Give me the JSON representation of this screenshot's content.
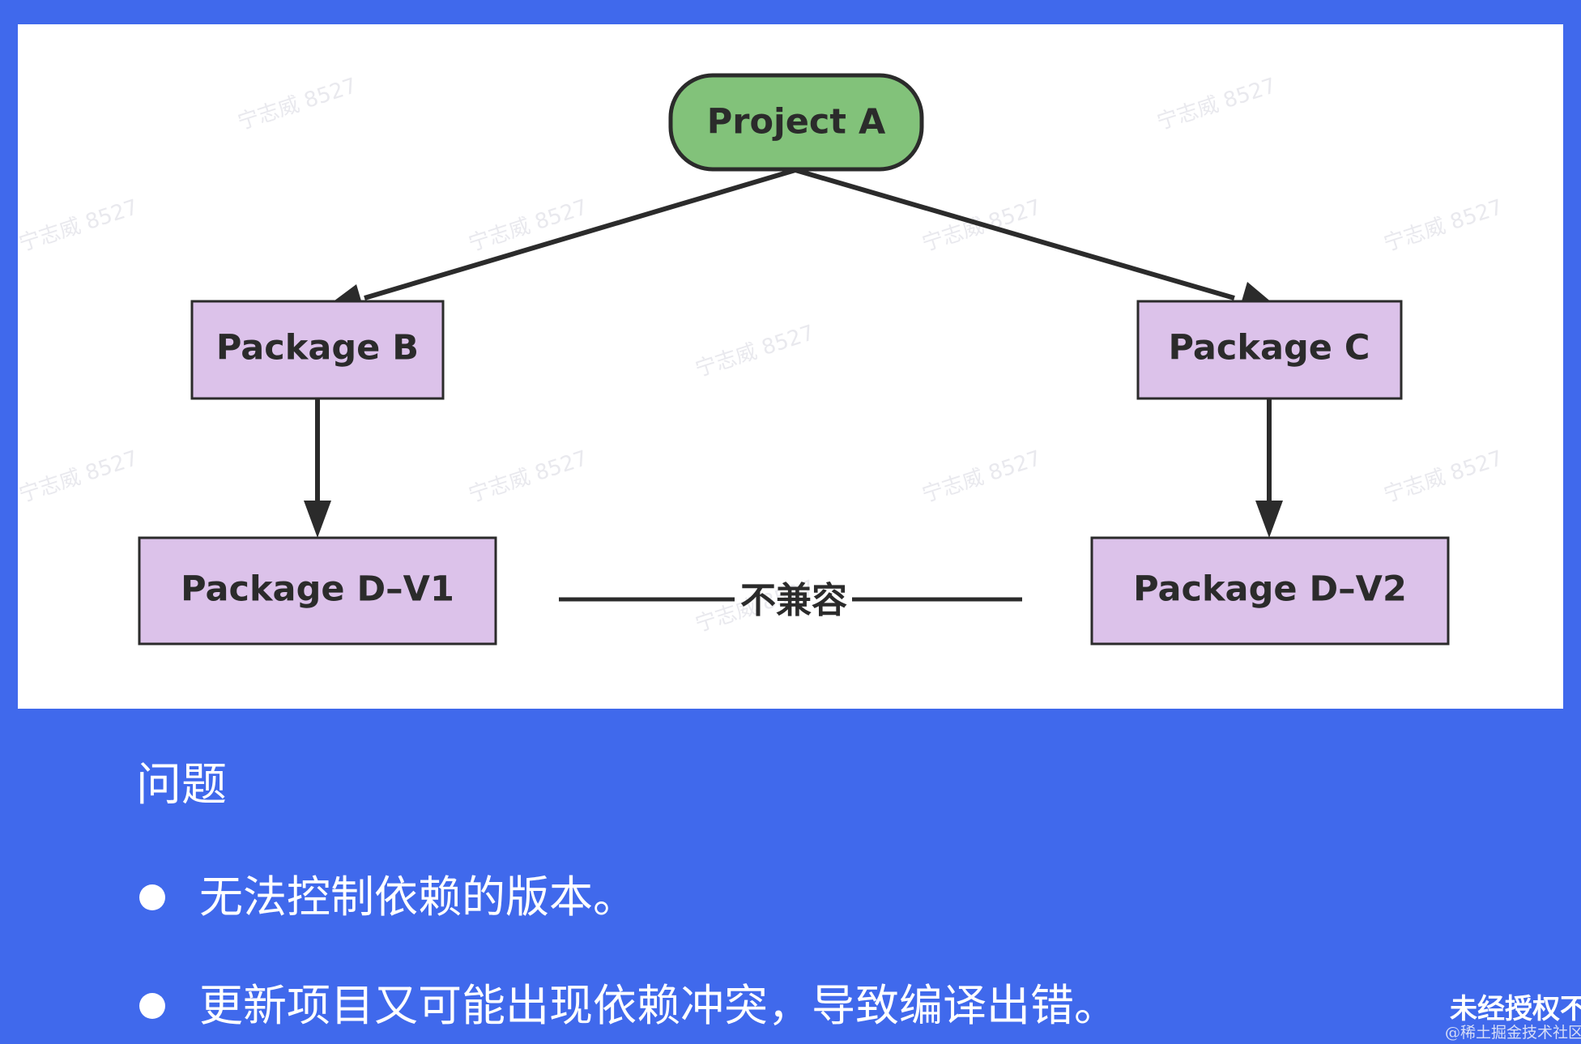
{
  "diagram": {
    "nodes": {
      "project_a": "Project A",
      "package_b": "Package B",
      "package_c": "Package C",
      "package_d_v1": "Package D–V1",
      "package_d_v2": "Package D–V2"
    },
    "incompatible_label": "不兼容",
    "watermark_text": "宁志威 8527",
    "colors": {
      "project_fill": "#82c27a",
      "package_fill": "#dcc2ea",
      "stroke": "#2b2b2b"
    }
  },
  "section": {
    "title": "问题",
    "bullets": [
      "无法控制依赖的版本。",
      "更新项目又可能出现依赖冲突，导致编译出错。"
    ]
  },
  "corner": {
    "notice": "未经授权不",
    "credit": "@稀土掘金技术社区"
  },
  "theme": {
    "background": "#4069ec",
    "panel": "#ffffff"
  }
}
